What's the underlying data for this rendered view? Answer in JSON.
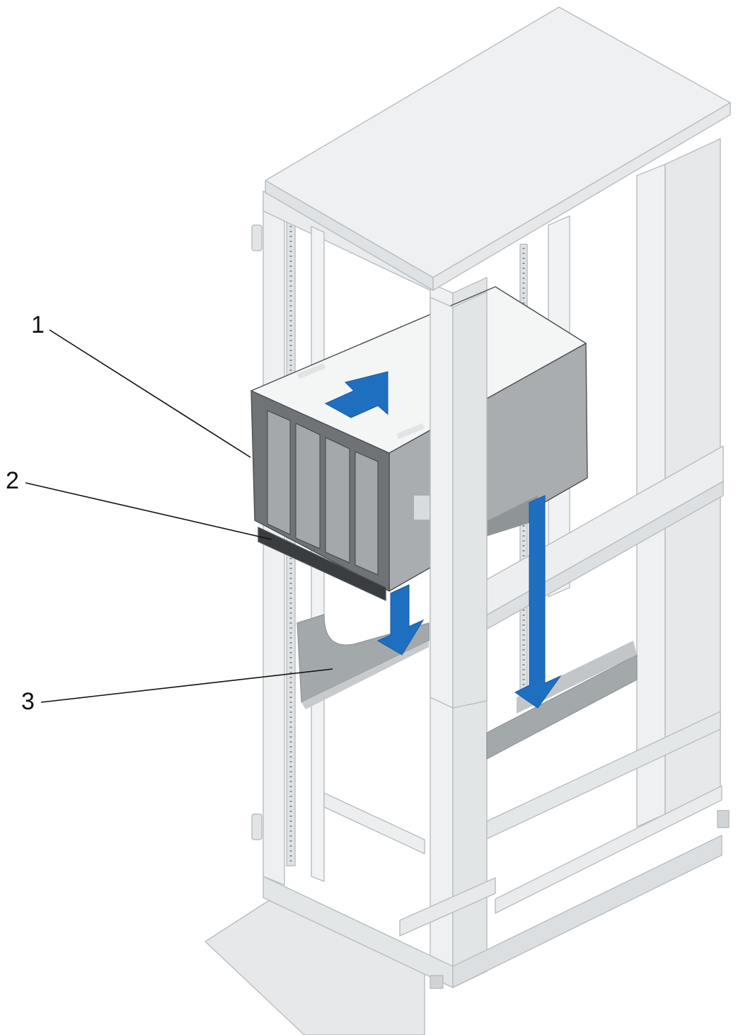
{
  "callouts": [
    {
      "id": 1,
      "label": "1"
    },
    {
      "id": 2,
      "label": "2"
    },
    {
      "id": 3,
      "label": "3"
    }
  ],
  "colors": {
    "background": "#ffffff",
    "rack_outline": "#b9bdc0",
    "rack_face": "#eef0f1",
    "rack_shadow": "#d7dadc",
    "rail_gray": "#9fa4a7",
    "enclosure_side": "#a9adb0",
    "enclosure_top": "#f4f5f5",
    "enclosure_front": "#6f7376",
    "arrow_blue": "#1f6fc1",
    "callout_text": "#111111"
  },
  "icons": [
    "push-arrow-icon",
    "down-arrow-icon"
  ]
}
